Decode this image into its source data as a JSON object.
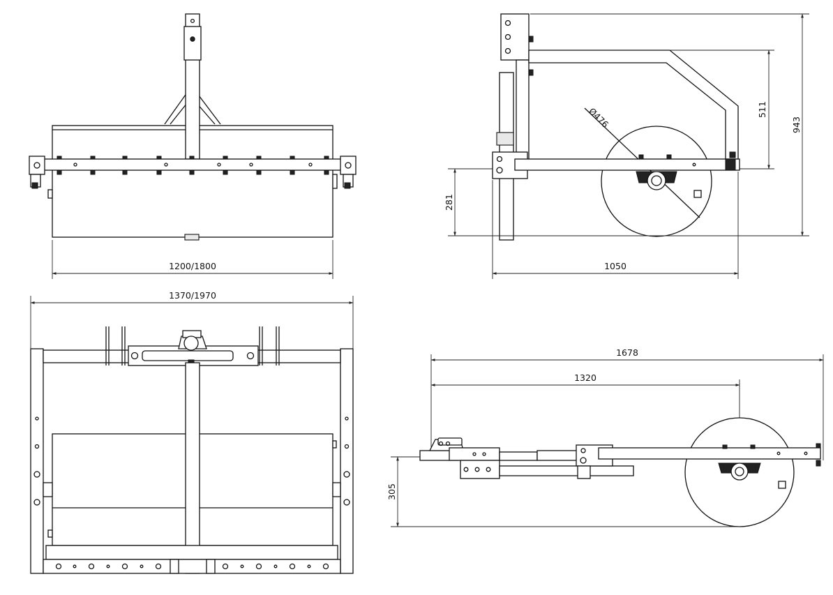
{
  "dimensions": {
    "front_width": "1200/1800",
    "top_width": "1370/1970",
    "side_height_total": "943",
    "side_height_arm": "511",
    "side_height_drawbar": "281",
    "side_length": "1050",
    "wheel_diameter": "Ø476",
    "tow_length_total": "1678",
    "tow_length_axle": "1320",
    "tow_hitch_height": "305"
  },
  "colors": {
    "line": "#111111",
    "background": "#ffffff",
    "fill": "#e9e9e9"
  }
}
